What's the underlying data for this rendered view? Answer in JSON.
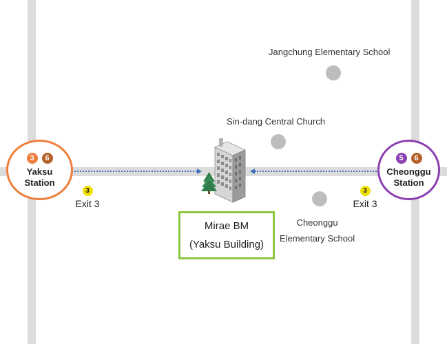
{
  "stations": {
    "yaksu": {
      "lines": [
        {
          "number": "3",
          "color": "#ef7d3b"
        },
        {
          "number": "6",
          "color": "#b5622a"
        }
      ],
      "name_line1": "Yaksu",
      "name_line2": "Station",
      "ring_color": "#ef7d3b"
    },
    "cheonggu": {
      "lines": [
        {
          "number": "5",
          "color": "#8b3fb0"
        },
        {
          "number": "6",
          "color": "#b5622a"
        }
      ],
      "name_line1": "Cheonggu",
      "name_line2": "Station",
      "ring_color": "#8b3fb0"
    }
  },
  "exits": {
    "left": {
      "number": "3",
      "label": "Exit 3"
    },
    "right": {
      "number": "3",
      "label": "Exit 3"
    }
  },
  "landmarks": {
    "jangchung": "Jangchung Elementary School",
    "sindang": "Sin-dang Central Church",
    "cheonggu_school_line1": "Cheonggu",
    "cheonggu_school_line2": "Elementary School"
  },
  "destination": {
    "line1": "Mirae BM",
    "line2": "(Yaksu Building)",
    "border_color": "#8cc63f"
  },
  "icons": [
    "building-icon",
    "tree-icon",
    "walking-route-arrow-icon"
  ]
}
